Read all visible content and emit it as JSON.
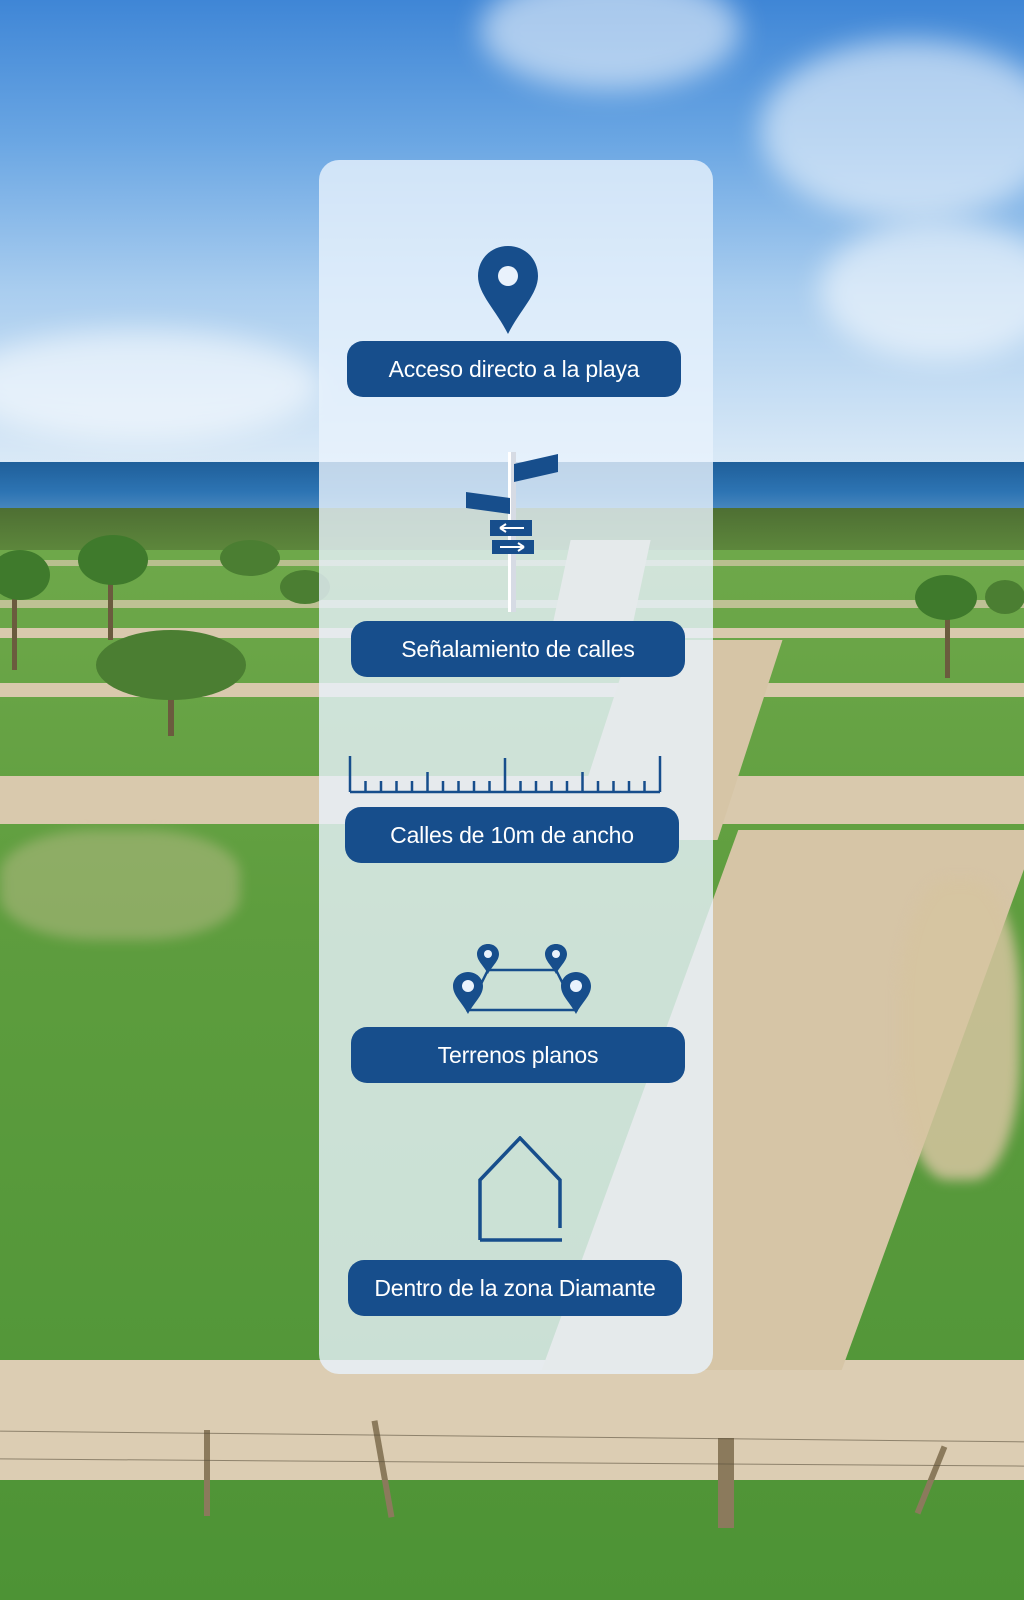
{
  "colors": {
    "pill_background": "#174e8c",
    "pill_text": "#ffffff",
    "icon": "#174e8c",
    "panel": "#e9f2fc"
  },
  "features": [
    {
      "label": "Acceso directo a la playa",
      "icon": "map-pin-icon"
    },
    {
      "label": "Señalamiento de calles",
      "icon": "street-sign-icon"
    },
    {
      "label": "Calles de 10m de ancho",
      "icon": "ruler-icon"
    },
    {
      "label": "Terrenos planos",
      "icon": "plot-pins-icon"
    },
    {
      "label": "Dentro de la zona Diamante",
      "icon": "house-outline-icon"
    }
  ]
}
